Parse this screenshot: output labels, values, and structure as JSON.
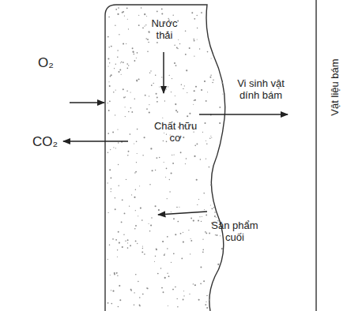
{
  "diagram": {
    "labels": [
      "Nước thải",
      "Chất hữu cơ",
      "O₂",
      "CO₂",
      "Vi sinh vật dính bám",
      "Sản phẩm cuối",
      "Vật liệu bám"
    ]
  }
}
